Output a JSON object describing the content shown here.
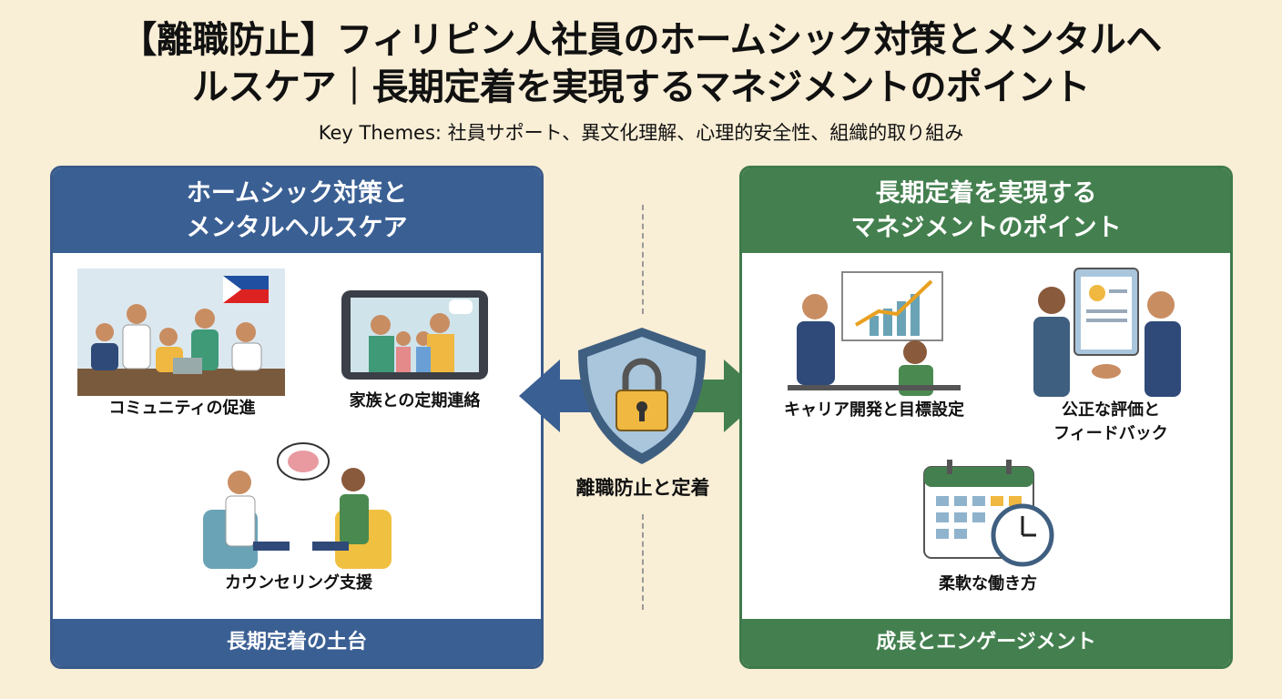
{
  "title": {
    "line1": "【離職防止】フィリピン人社員のホームシック対策とメンタルヘ",
    "line2": "ルスケア｜長期定着を実現するマネジメントのポイント"
  },
  "subtitle": "Key Themes: 社員サポート、異文化理解、心理的安全性、組織的取り組み",
  "left_panel": {
    "header_line1": "ホームシック対策と",
    "header_line2": "メンタルヘルスケア",
    "items": [
      {
        "label": "コミュニティの促進",
        "icon": "community-icon"
      },
      {
        "label": "家族との定期連絡",
        "icon": "video-call-icon"
      },
      {
        "label": "カウンセリング支援",
        "icon": "counseling-icon"
      }
    ],
    "footer": "長期定着の土台",
    "color": "#3a5f93"
  },
  "center": {
    "label": "離職防止と定着",
    "icon": "shield-lock-icon"
  },
  "right_panel": {
    "header_line1": "長期定着を実現する",
    "header_line2": "マネジメントのポイント",
    "items": [
      {
        "label": "キャリア開発と目標設定",
        "icon": "career-chart-icon"
      },
      {
        "label_line1": "公正な評価と",
        "label_line2": "フィードバック",
        "icon": "handshake-icon"
      },
      {
        "label": "柔軟な働き方",
        "icon": "calendar-clock-icon"
      }
    ],
    "footer": "成長とエンゲージメント",
    "color": "#44804f"
  },
  "colors": {
    "background": "#f9eed6",
    "blue": "#3a5f93",
    "green": "#44804f"
  }
}
